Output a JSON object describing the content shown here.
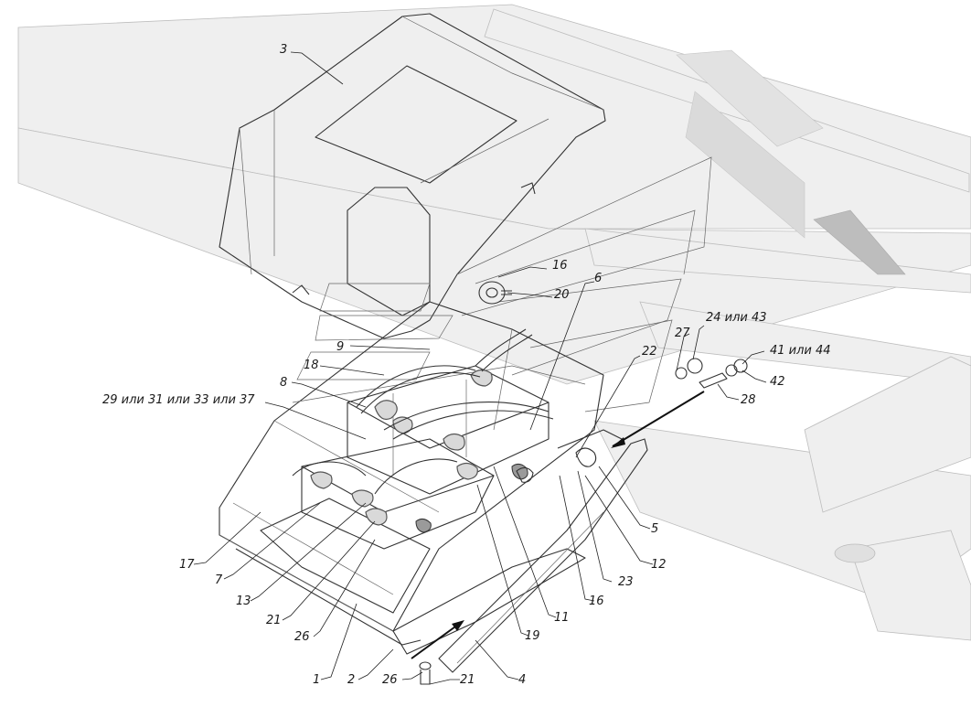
{
  "callouts": [
    {
      "id": "c3",
      "text": "3"
    },
    {
      "id": "c16a",
      "text": "16"
    },
    {
      "id": "c20",
      "text": "20"
    },
    {
      "id": "c6",
      "text": "6"
    },
    {
      "id": "c9",
      "text": "9"
    },
    {
      "id": "c27",
      "text": "27"
    },
    {
      "id": "c24",
      "text": "24 или 43"
    },
    {
      "id": "c41",
      "text": "41 или 44"
    },
    {
      "id": "c42",
      "text": "42"
    },
    {
      "id": "c28",
      "text": "28"
    },
    {
      "id": "c22",
      "text": "22"
    },
    {
      "id": "c18",
      "text": "18"
    },
    {
      "id": "c8",
      "text": "8"
    },
    {
      "id": "c29",
      "text": "29 или 31 или 33 или 37"
    },
    {
      "id": "c5",
      "text": "5"
    },
    {
      "id": "c12",
      "text": "12"
    },
    {
      "id": "c23",
      "text": "23"
    },
    {
      "id": "c16b",
      "text": "16"
    },
    {
      "id": "c11",
      "text": "11"
    },
    {
      "id": "c19",
      "text": "19"
    },
    {
      "id": "c17",
      "text": "17"
    },
    {
      "id": "c7",
      "text": "7"
    },
    {
      "id": "c13",
      "text": "13"
    },
    {
      "id": "c21a",
      "text": "21"
    },
    {
      "id": "c26a",
      "text": "26"
    },
    {
      "id": "c1",
      "text": "1"
    },
    {
      "id": "c2",
      "text": "2"
    },
    {
      "id": "c26b",
      "text": "26"
    },
    {
      "id": "c21b",
      "text": "21"
    },
    {
      "id": "c4",
      "text": "4"
    }
  ]
}
